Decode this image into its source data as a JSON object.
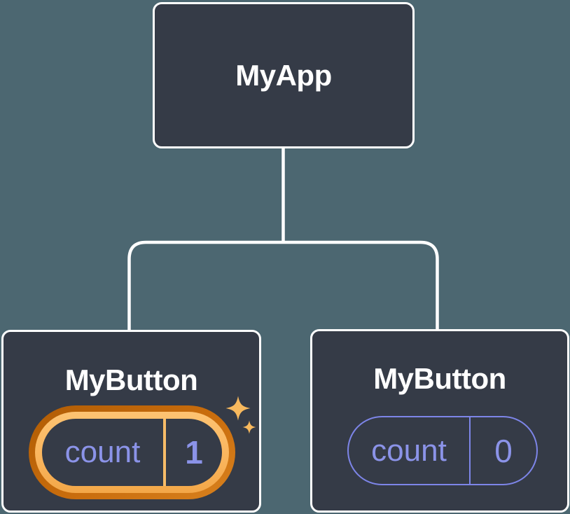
{
  "diagram": {
    "description": "React component tree with state highlight",
    "background_color": "#4c6771",
    "node_fill_color": "#353b47",
    "node_border_color": "#ffffff",
    "connector_color": "#ffffff",
    "state_text_color": "#8b93e8",
    "pill_outline_color": "#7d85e8",
    "highlight_ring_outer_color": "#c96d0d",
    "highlight_ring_inner_color": "#f9b45c",
    "highlight_divider_color": "#f7bc68",
    "sparkle_color": "#f8b95e",
    "sparkle_icon": "four-point-sparkle-stars",
    "root": {
      "label": "MyApp"
    },
    "children": [
      {
        "label": "MyButton",
        "state_name": "count",
        "state_value": "1",
        "highlighted": true
      },
      {
        "label": "MyButton",
        "state_name": "count",
        "state_value": "0",
        "highlighted": false
      }
    ]
  }
}
